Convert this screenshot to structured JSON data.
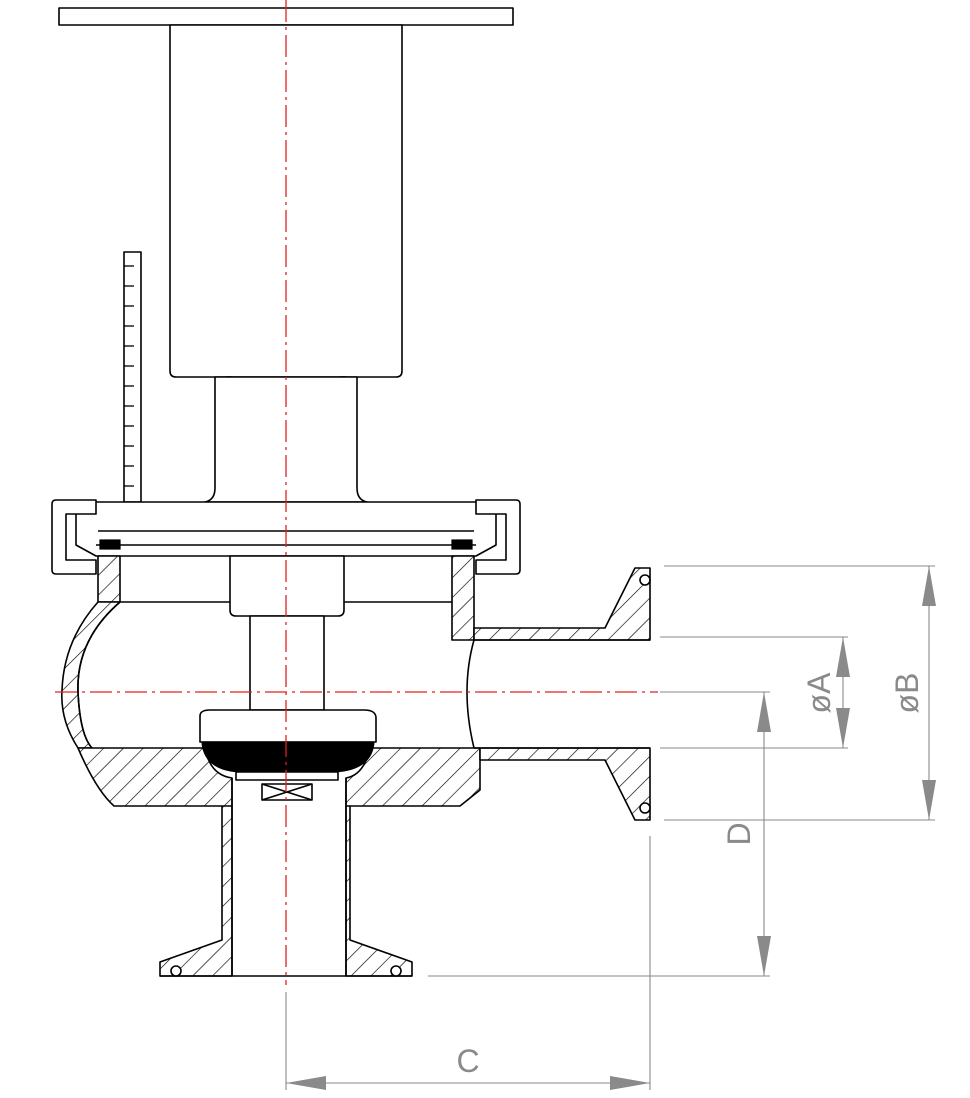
{
  "dimensions": {
    "A": "øA",
    "B": "øB",
    "C": "C",
    "D": "D"
  },
  "colors": {
    "outline": "#000000",
    "centerline": "#e0201f",
    "dimension": "#8a8a8a"
  }
}
